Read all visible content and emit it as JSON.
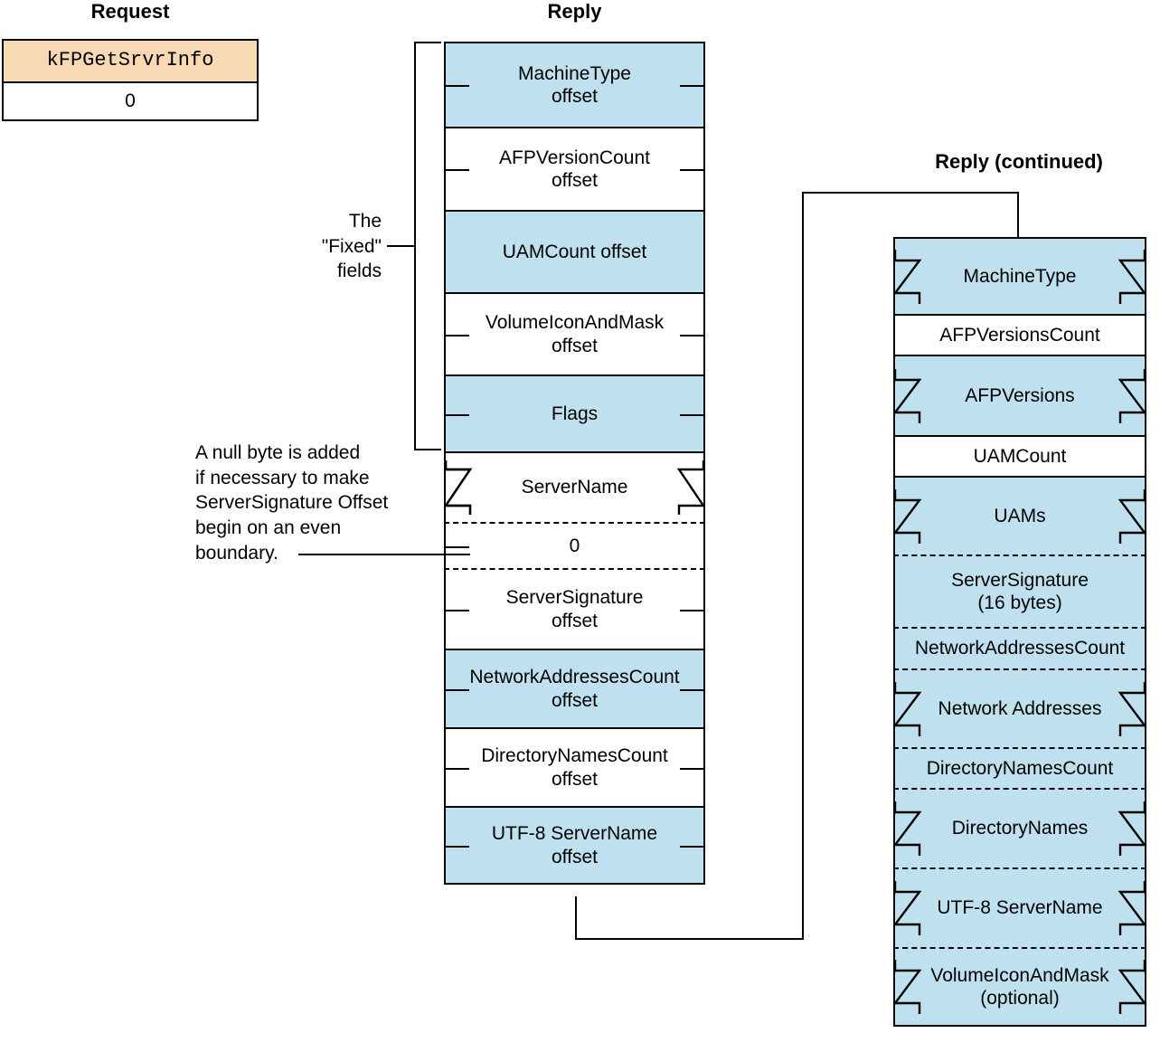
{
  "figure": {
    "colors": {
      "fill_blue": "#bfe0ee",
      "fill_peach": "#f8d9b4",
      "stroke": "#000000",
      "background": "#ffffff"
    }
  },
  "request": {
    "title": "Request",
    "rows": [
      {
        "label": "kFPGetSrvrInfo",
        "style": "peach",
        "mono": true
      },
      {
        "label": "0",
        "style": "white",
        "mono": false
      }
    ]
  },
  "reply": {
    "title": "Reply",
    "rows": [
      {
        "label": "MachineType\noffset",
        "style": "blue",
        "ticks": true,
        "torn": false
      },
      {
        "label": "AFPVersionCount\noffset",
        "style": "white",
        "ticks": true,
        "torn": false
      },
      {
        "label": "UAMCount offset",
        "style": "blue",
        "ticks": false,
        "torn": false
      },
      {
        "label": "VolumeIconAndMask\noffset",
        "style": "white",
        "ticks": true,
        "torn": false
      },
      {
        "label": "Flags",
        "style": "blue",
        "ticks": true,
        "torn": false
      },
      {
        "label": "ServerName",
        "style": "white",
        "ticks": false,
        "torn": true
      },
      {
        "label": "0",
        "style": "white",
        "ticks": true,
        "torn": false,
        "dashed": true
      },
      {
        "label": "ServerSignature\noffset",
        "style": "white",
        "ticks": true,
        "torn": false
      },
      {
        "label": "NetworkAddressesCount\noffset",
        "style": "blue",
        "ticks": true,
        "torn": false
      },
      {
        "label": "DirectoryNamesCount\noffset",
        "style": "white",
        "ticks": true,
        "torn": false
      },
      {
        "label": "UTF-8 ServerName\noffset",
        "style": "blue",
        "ticks": true,
        "torn": false
      }
    ]
  },
  "reply_continued": {
    "title": "Reply (continued)",
    "rows": [
      {
        "label": "MachineType",
        "style": "blue",
        "torn": true,
        "dashed_top": false
      },
      {
        "label": "AFPVersionsCount",
        "style": "white",
        "torn": false,
        "dashed_top": false
      },
      {
        "label": "AFPVersions",
        "style": "blue",
        "torn": true,
        "dashed_top": false
      },
      {
        "label": "UAMCount",
        "style": "white",
        "torn": false,
        "dashed_top": false
      },
      {
        "label": "UAMs",
        "style": "blue",
        "torn": true,
        "dashed_top": false
      },
      {
        "label": "ServerSignature\n(16 bytes)",
        "style": "blue",
        "torn": false,
        "dashed_top": true
      },
      {
        "label": "NetworkAddressesCount",
        "style": "blue",
        "torn": false,
        "dashed_top": true
      },
      {
        "label": "Network Addresses",
        "style": "blue",
        "torn": true,
        "dashed_top": true
      },
      {
        "label": "DirectoryNamesCount",
        "style": "blue",
        "torn": false,
        "dashed_top": true
      },
      {
        "label": "DirectoryNames",
        "style": "blue",
        "torn": true,
        "dashed_top": true
      },
      {
        "label": "UTF-8 ServerName",
        "style": "blue",
        "torn": true,
        "dashed_top": true
      },
      {
        "label": "VolumeIconAndMask\n(optional)",
        "style": "blue",
        "torn": true,
        "dashed_top": true
      }
    ]
  },
  "annotations": {
    "fixed_fields": "The\n\"Fixed\"\nfields",
    "null_byte": "A null byte is added\nif necessary to make\nServerSignature Offset\nbegin on an even\nboundary."
  }
}
